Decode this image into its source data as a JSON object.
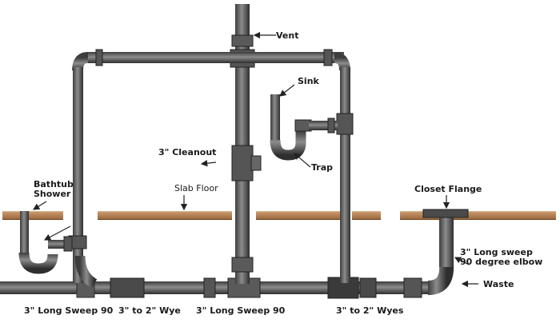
{
  "labels": {
    "vent": "Vent",
    "sink": "Sink",
    "cleanout": "3\" Cleanout",
    "trap": "Trap",
    "bathtub": "Bathtub",
    "shower": "Shower",
    "slab_floor": "Slab Floor",
    "closet_flange": "Closet Flange",
    "long_sweep_elbow_line1": "3\" Long sweep",
    "long_sweep_elbow_line2": "90 degree elbow",
    "waste": "Waste",
    "bottom_sweep_left": "3\" Long Sweep 90",
    "bottom_wye": "3\" to 2\" Wye",
    "bottom_sweep_right": "3\" Long Sweep 90",
    "bottom_wyes": "3\" to 2\" Wyes"
  },
  "colors": {
    "pipe": "#6f6f6f",
    "pipe_dark": "#3b3b3b",
    "floor": "#b5845a",
    "arrow": "#222222"
  }
}
